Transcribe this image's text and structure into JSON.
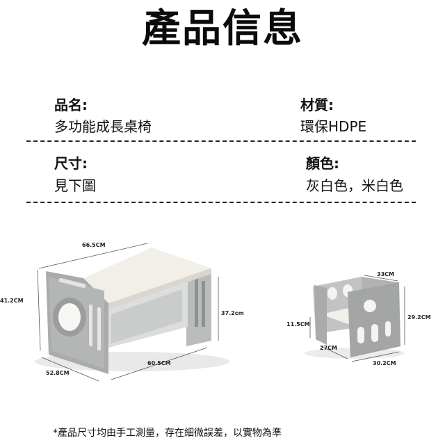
{
  "title": "產品信息",
  "fields": {
    "name_label": "品名:",
    "name_value": "多功能成長桌椅",
    "material_label": "材質:",
    "material_value": "環保HDPE",
    "size_label": "尺寸:",
    "size_value": "見下圖",
    "color_label": "顏色:",
    "color_value": "灰白色，米白色"
  },
  "dimensions": {
    "large": {
      "top_width": "66.5CM",
      "height_left": "41.2CM",
      "inner_height": "37.2cm",
      "bottom_width": "60.5CM",
      "depth": "52.8CM"
    },
    "small": {
      "top_width": "33CM",
      "height_right": "29.2CM",
      "seat_height": "11.5CM",
      "depth": "27CM",
      "bottom_width": "30.2CM"
    }
  },
  "note": "*產品尺寸均由手工測量，存在細微誤差，以實物為準",
  "colors": {
    "panel_gray": "#a9acaa",
    "top_white": "#f2efe8",
    "text": "#111111"
  }
}
